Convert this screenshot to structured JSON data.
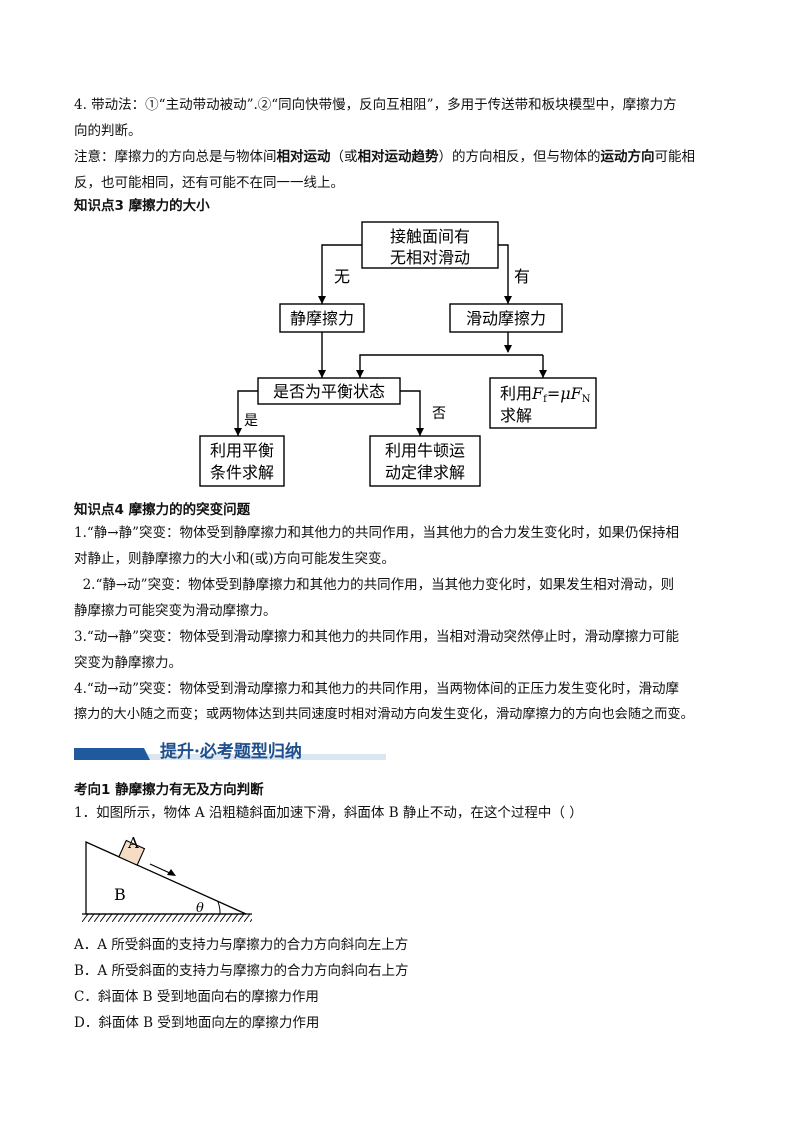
{
  "intro": {
    "line1": "4. 带动法：①“主动带动被动”.②“同向快带慢，反向互相阻”，多用于传送带和板块模型中，摩擦力方",
    "line2": "向的判断。",
    "note_pre": "注意：摩擦力的方向总是与物体间",
    "note_b1": "相对运动",
    "note_mid1": "（或",
    "note_b2": "相对运动趋势",
    "note_mid2": "）的方向相反，但与物体的",
    "note_b3": "运动方向",
    "note_post": "可能相",
    "note_line2": "反，也可能相同，还有可能不在同一一线上。"
  },
  "kp3": {
    "title": "知识点3  摩擦力的大小"
  },
  "flow": {
    "top_l1": "接触面间有",
    "top_l2": "无相对滑动",
    "no": "无",
    "yes": "有",
    "static": "静摩擦力",
    "sliding": "滑动摩擦力",
    "balance": "是否为平衡状态",
    "formula_pre": "利用",
    "formula_F": "F",
    "formula_f": "f",
    "formula_eq": "=",
    "formula_mu": "μ",
    "formula_F2": "F",
    "formula_N": "N",
    "formula_l2": "求解",
    "is": "是",
    "not": "否",
    "eq_l1": "利用平衡",
    "eq_l2": "条件求解",
    "newton_l1": "利用牛顿运",
    "newton_l2": "动定律求解"
  },
  "kp4": {
    "title": "知识点4  摩擦力的的突变问题",
    "items": [
      "1.“静→静”突变：物体受到静摩擦力和其他力的共同作用，当其他力的合力发生变化时，如果仍保持相",
      "对静止，则静摩擦力的大小和(或)方向可能发生突变。",
      "  2.“静→动”突变：物体受到静摩擦力和其他力的共同作用，当其他力变化时，如果发生相对滑动，则",
      "静摩擦力可能突变为滑动摩擦力。",
      "3.“动→静”突变：物体受到滑动摩擦力和其他力的共同作用，当相对滑动突然停止时，滑动摩擦力可能",
      "突变为静摩擦力。",
      "4.“动→动”突变：物体受到滑动摩擦力和其他力的共同作用，当两物体间的正压力发生变化时，滑动摩",
      "擦力的大小随之而变；或两物体达到共同速度时相对滑动方向发生变化，滑动摩擦力的方向也会随之而变。"
    ]
  },
  "section": {
    "title": "提升·必考题型归纳"
  },
  "kx1": {
    "title": "考向1  静摩擦力有无及方向判断"
  },
  "q1": {
    "stem": "1．如图所示，物体 A 沿粗糙斜面加速下滑，斜面体 B 静止不动，在这个过程中（      ）",
    "fig_A": "A",
    "fig_B": "B",
    "fig_theta": "θ",
    "options": [
      "A．A 所受斜面的支持力与摩擦力的合力方向斜向左上方",
      "B．A 所受斜面的支持力与摩擦力的合力方向斜向右上方",
      "C．斜面体 B 受到地面向右的摩擦力作用",
      "D．斜面体 B 受到地面向左的摩擦力作用"
    ]
  },
  "colors": {
    "section_bar": "#1f5a9e",
    "section_light": "#dbe6f3",
    "section_text": "#1f4f8c"
  }
}
